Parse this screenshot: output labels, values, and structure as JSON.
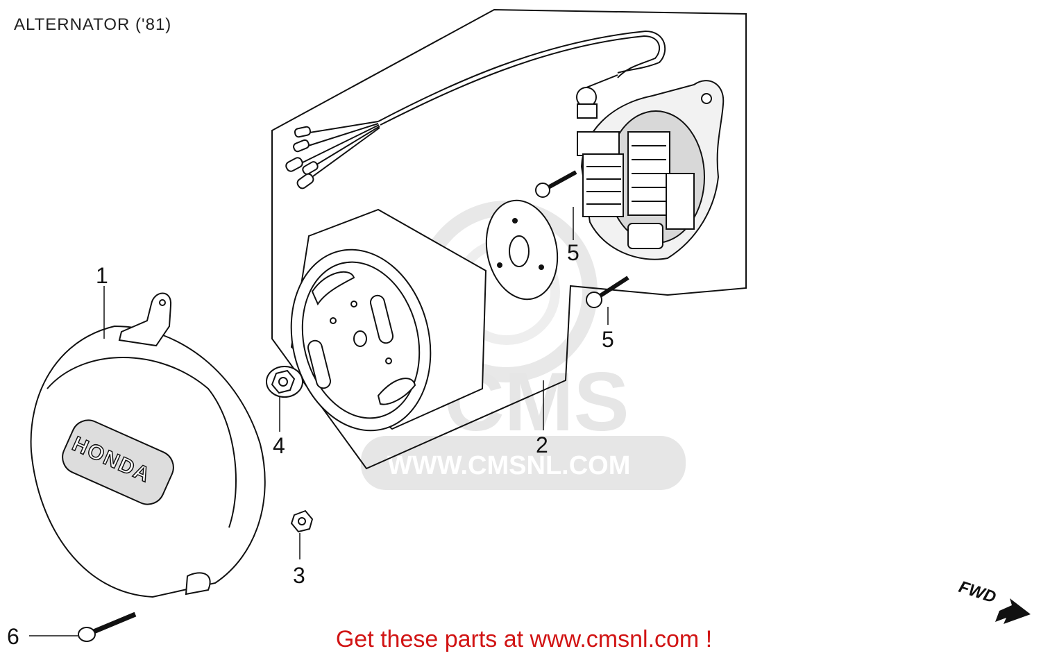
{
  "header": {
    "title": "ALTERNATOR ('81)"
  },
  "watermark": {
    "brand": "CMS",
    "url": "WWW.CMSNL.COM"
  },
  "cover": {
    "brand_text": "HONDA"
  },
  "direction": {
    "label": "FWD"
  },
  "callouts": [
    {
      "number": "1"
    },
    {
      "number": "2"
    },
    {
      "number": "3"
    },
    {
      "number": "4"
    },
    {
      "number": "5"
    },
    {
      "number": "5"
    },
    {
      "number": "6"
    }
  ],
  "footer": {
    "promo": "Get these parts at www.cmsnl.com !"
  },
  "colors": {
    "promo": "#d11414",
    "line": "#111111",
    "watermark": "#e6e6e6"
  }
}
